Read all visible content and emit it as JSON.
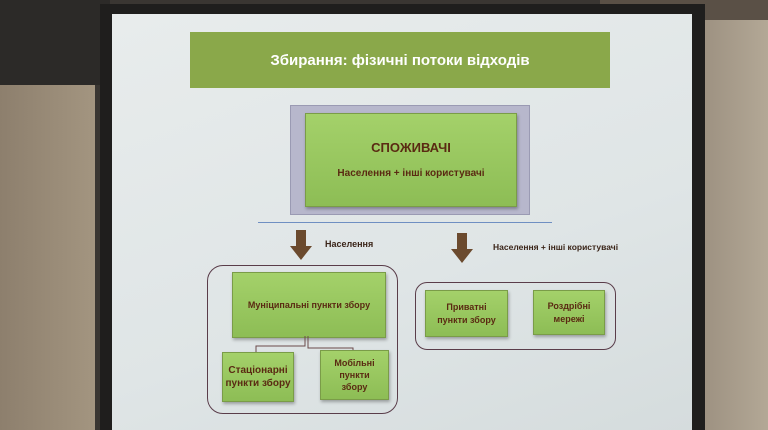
{
  "slide": {
    "title": "Збирання: фізичні потоки відходів",
    "consumers": {
      "heading": "СПОЖИВАЧІ",
      "subtitle": "Населення + інші користувачі"
    },
    "left_branch": {
      "label": "Населення",
      "main": "Муніципальні пункти збору",
      "children": [
        "Стаціонарні пункти збору",
        "Мобільні пункти збору"
      ]
    },
    "right_branch": {
      "label": "Населення + інші користувачі",
      "children": [
        "Приватні пункти збору",
        "Роздрібні мережі"
      ]
    }
  },
  "colors": {
    "green": "#8dbd55",
    "title_bar": "#8aa84a",
    "arrow": "#6b4a2e",
    "text": "#5a2a12"
  }
}
